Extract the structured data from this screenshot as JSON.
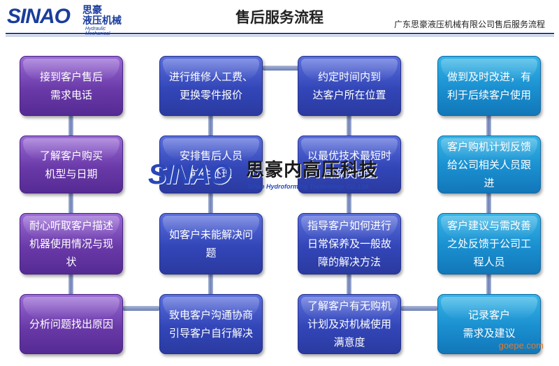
{
  "header": {
    "logo_en": "SINAO",
    "logo_cn": "思豪\n液压机械",
    "logo_sub": "Hydraulic Mechanical",
    "title": "售后服务流程",
    "company": "广东思豪液压机械有限公司售后服务流程"
  },
  "flow": {
    "col1": [
      "接到客户售后\n需求电话",
      "了解客户购买\n机型与日期",
      "耐心听取客户描述\n机器使用情况与现\n状",
      "分析问题找出原因"
    ],
    "col2": [
      "进行维修人工费、\n更换零件报价",
      "安排售后人员\n前往处理",
      "如客户未能解决问\n题",
      "致电客户沟通协商\n引导客户自行解决"
    ],
    "col3": [
      "约定时间内到\n达客户所在位置",
      "以最优技术最短时\n间解决问题",
      "指导客户如何进行\n日常保养及一般故\n障的解决方法",
      "了解客户有无购机\n计划及对机械使用\n满意度"
    ],
    "col4": [
      "做到及时改进，有\n利于后续客户使用",
      "客户购机计划反馈\n给公司相关人员跟\n进",
      "客户建议与需改善\n之处反馈于公司工\n程人员",
      "记录客户\n需求及建议"
    ]
  },
  "watermark": {
    "en": "SINAO",
    "cn": "思豪内高压科技",
    "sub": "Sihao Hydroforming Technology Co.,Ltd."
  },
  "footer_mark": "goepe.com",
  "colors": {
    "purple": "#6a3aa8",
    "blue": "#3346b8",
    "cyan": "#1a8fd0",
    "brand": "#1a3d9c"
  }
}
